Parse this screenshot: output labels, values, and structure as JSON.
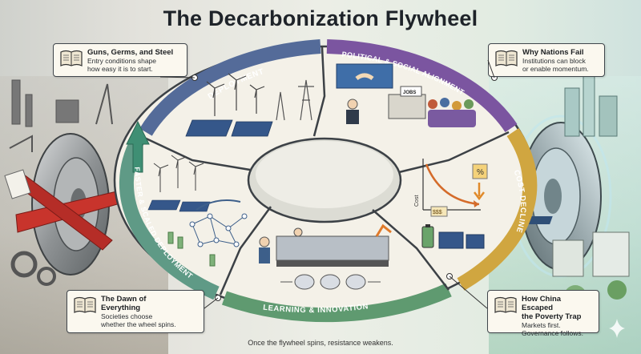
{
  "title": "The Decarbonization Flywheel",
  "caption": "Once the flywheel spins, resistance weakens.",
  "colors": {
    "deployment": "#546b99",
    "political": "#7b55a0",
    "cost": "#d0a640",
    "learning": "#5f9a70",
    "scaled": "#5f9a86"
  },
  "segments": {
    "deployment": "DEPLOYMENT",
    "political": "POLITICAL & SOCIAL ALIGNMENT",
    "cost": "COST DECLINE",
    "learning": "LEARNING & INNOVATION",
    "scaled": "FASTER & SCALED DEPLOYMENT"
  },
  "illustration": {
    "jobs_sign": "JOBS",
    "cost_axis": "Cost",
    "percent": "%",
    "dollars": "$$$"
  },
  "callouts": {
    "top_left": {
      "title": "Guns, Germs, and Steel",
      "text1": "Entry conditions shape",
      "text2": "how easy it is to start."
    },
    "top_right": {
      "title": "Why Nations Fail",
      "text1": "Institutions can block",
      "text2": "or enable momentum."
    },
    "bottom_left": {
      "title1": "The Dawn of",
      "title2": "Everything",
      "text1": "Societies choose",
      "text2": "whether the wheel spins."
    },
    "bottom_right": {
      "title1": "How China Escaped",
      "title2": "the Poverty Trap",
      "text1": "Markets first.",
      "text2": "Governance follows."
    }
  },
  "icons": [
    "book-icon",
    "wind-turbine-icon",
    "solar-panel-icon",
    "pylon-icon",
    "factory-icon",
    "brain-icon",
    "battery-icon",
    "sparkle-icon"
  ]
}
